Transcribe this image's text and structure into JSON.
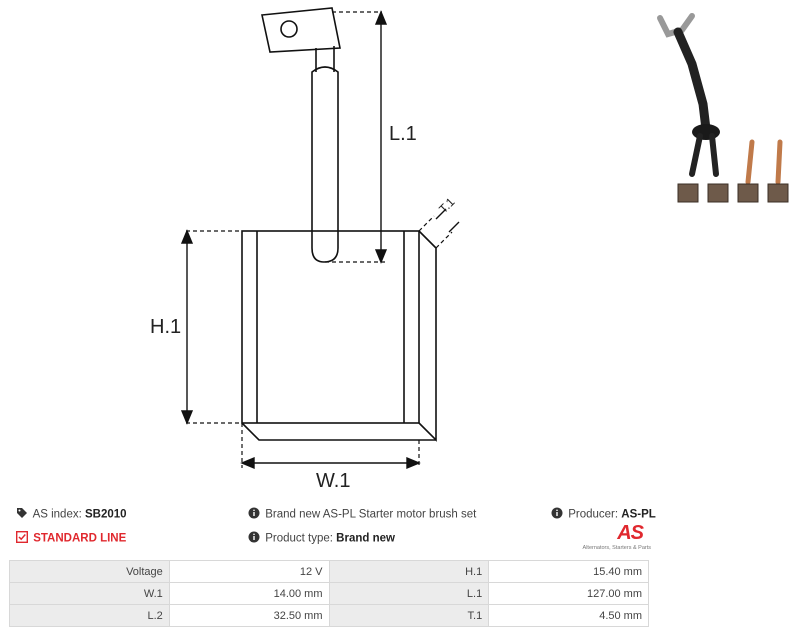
{
  "drawing": {
    "labels": {
      "l1": "L.1",
      "h1": "H.1",
      "w1": "W.1",
      "t1": "T.1"
    }
  },
  "info": {
    "as_index_label": "AS index:",
    "as_index_value": "SB2010",
    "standard_line": "STANDARD LINE",
    "description": "Brand new AS-PL Starter motor brush set",
    "product_type_label": "Product type:",
    "product_type_value": "Brand new",
    "producer_label": "Producer:",
    "producer_value": "AS-PL"
  },
  "logo": {
    "mark": "AS",
    "tagline": "Alternators, Starters & Parts"
  },
  "specs": [
    {
      "k1": "Voltage",
      "v1": "12 V",
      "k2": "H.1",
      "v2": "15.40 mm"
    },
    {
      "k1": "W.1",
      "v1": "14.00 mm",
      "k2": "L.1",
      "v2": "127.00 mm"
    },
    {
      "k1": "L.2",
      "v1": "32.50 mm",
      "k2": "T.1",
      "v2": "4.50 mm"
    }
  ],
  "colors": {
    "accent": "#e0282e",
    "drawing": "#111111",
    "table_header": "#ececec"
  },
  "icons": [
    "tag-icon",
    "check-square-icon",
    "info-icon"
  ]
}
